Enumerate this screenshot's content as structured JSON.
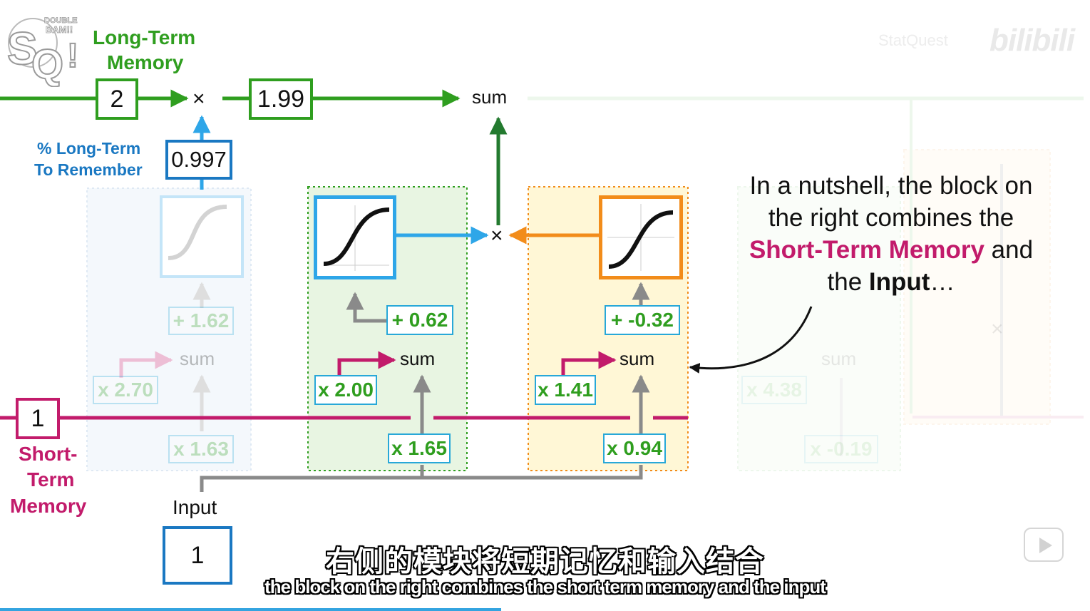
{
  "channel_logo": {
    "text": "StatQuest",
    "tagline": "DOUBLE BAM!!"
  },
  "watermark": {
    "brand": "bilibili",
    "uploader": "StatQuest"
  },
  "labels": {
    "long_term_memory_line1": "Long-Term",
    "long_term_memory_line2": "Memory",
    "pct_long_term_line1": "% Long-Term",
    "pct_long_term_line2": "To Remember",
    "short_term_line1": "Short-",
    "short_term_line2": "Term",
    "short_term_line3": "Memory",
    "input": "Input"
  },
  "values": {
    "long_term_in": "2",
    "long_term_out": "1.99",
    "pct_remember": "0.997",
    "short_term": "1",
    "input": "1"
  },
  "symbols": {
    "multiply": "×",
    "sum": "sum"
  },
  "blocks": {
    "forget_gate": {
      "bias": "+ 1.62",
      "stm_weight": "x 2.70",
      "input_weight": "x 1.63"
    },
    "input_gate_pct": {
      "bias": "+ 0.62",
      "stm_weight": "x 2.00",
      "input_weight": "x 1.65"
    },
    "input_gate_candidate": {
      "bias": "+ -0.32",
      "stm_weight": "x 1.41",
      "input_weight": "x 0.94"
    },
    "output_gate": {
      "stm_weight": "x 4.38",
      "input_weight": "x -0.19"
    }
  },
  "annotation": {
    "part1": "In a nutshell, the block on the right combines the ",
    "highlight1": "Short-Term Memory",
    "part2": " and the ",
    "highlight2": "Input",
    "part3": "…"
  },
  "subtitles": {
    "chinese": "右侧的模块将短期记忆和输入结合",
    "english": "the block on the right combines the short term memory and the input"
  },
  "player": {
    "progress": 0.46
  },
  "colors": {
    "green": "#2f9e1f",
    "dark_green": "#237a2f",
    "blue": "#1a78c2",
    "light_blue": "#2ea6e8",
    "magenta": "#c21b6b",
    "orange": "#f28c1a",
    "gray": "#8a8a8a"
  }
}
